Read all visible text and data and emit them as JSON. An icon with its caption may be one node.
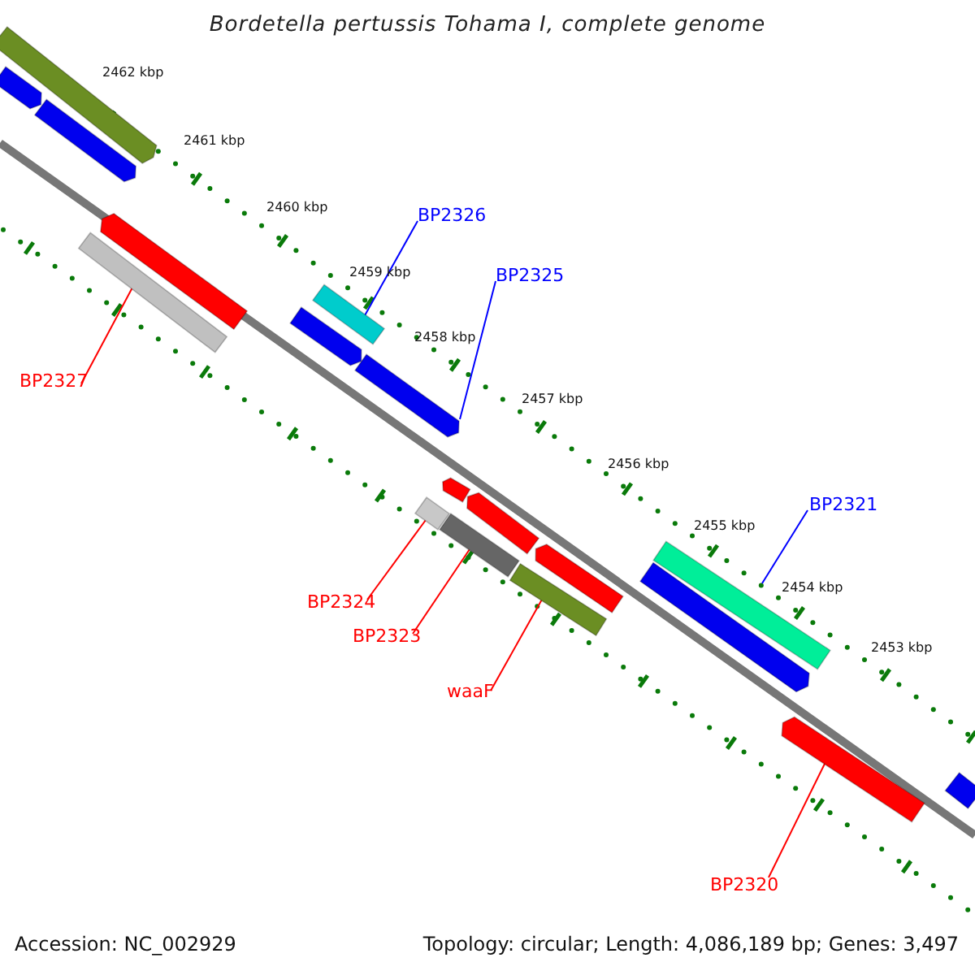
{
  "diagram": {
    "title": "Bordetella pertussis Tohama I, complete genome",
    "nodes": [
      {
        "text": [
          "BP2326"
        ]
      },
      {
        "text": [],
        "shape": "bar"
      },
      {
        "text": [
          "BP2325"
        ]
      },
      {
        "text": [],
        "shape": "bar"
      },
      {
        "text": [
          "BP2327"
        ]
      },
      {
        "text": [],
        "shape": "bar"
      },
      {
        "text": [
          "BP2321"
        ]
      },
      {
        "text": [],
        "shape": "bar"
      },
      {
        "text": [
          "BP2324"
        ]
      },
      {
        "text": [],
        "shape": "bar"
      },
      {
        "text": [
          "BP2323"
        ]
      },
      {
        "text": [],
        "shape": "bar"
      },
      {
        "text": [
          "waaF"
        ]
      },
      {
        "text": [],
        "shape": "bar"
      },
      {
        "text": [
          "BP2320"
        ]
      },
      {
        "text": [],
        "shape": "bar"
      },
      {
        "text": [],
        "shape": "bar"
      },
      {
        "text": [],
        "shape": "bar"
      },
      {
        "text": [],
        "shape": "bar"
      },
      {
        "text": [],
        "shape": "bar"
      },
      {
        "text": [],
        "shape": "bar"
      },
      {
        "text": [],
        "shape": "bar"
      },
      {
        "text": [],
        "shape": "bar"
      },
      {
        "text": [],
        "shape": "bar"
      },
      {
        "text": [],
        "shape": "bar"
      },
      {
        "text": [],
        "shape": "bar"
      }
    ],
    "edges": [
      {
        "from": 0,
        "to": 1,
        "arrow": "none",
        "color": "#0000ff"
      },
      {
        "from": 2,
        "to": 3,
        "arrow": "none",
        "color": "#0000ff"
      },
      {
        "from": 4,
        "to": 5,
        "arrow": "none"
      },
      {
        "from": 6,
        "to": 7,
        "arrow": "none",
        "color": "#0000ff"
      },
      {
        "from": 8,
        "to": 9,
        "arrow": "none"
      },
      {
        "from": 10,
        "to": 11,
        "arrow": "none"
      },
      {
        "from": 12,
        "to": 13,
        "arrow": "none"
      },
      {
        "from": 14,
        "to": 15,
        "arrow": "none"
      }
    ],
    "labels": [
      "2462 kbp",
      "2461 kbp",
      "2460 kbp",
      "2459 kbp",
      "2458 kbp",
      "2457 kbp",
      "2456 kbp",
      "2455 kbp",
      "2454 kbp",
      "2453 kbp",
      "Accession: NC_002929",
      "Topology: circular; Length: 4,086,189 bp; Genes: 3,497"
    ]
  }
}
